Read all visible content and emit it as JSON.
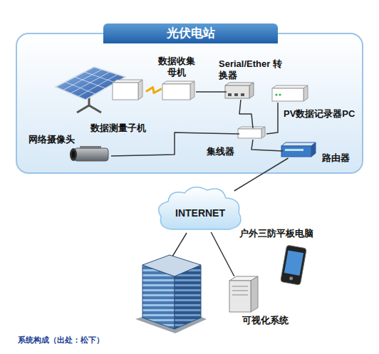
{
  "diagram": {
    "caption": "系统构成（出处：松下）",
    "nodes": [
      {
        "text": [
          "光伏电站"
        ]
      },
      {
        "text": [
          "数据测量子机"
        ],
        "in": 0
      },
      {
        "text": [
          "数据收集母机"
        ],
        "in": 0
      },
      {
        "text": [
          "Serial/Ether 转换器"
        ],
        "in": 0
      },
      {
        "text": [
          "PV数据记录器PC"
        ],
        "in": 0
      },
      {
        "text": [
          "网络摄像头"
        ],
        "in": 0
      },
      {
        "text": [
          "集线器"
        ],
        "in": 0
      },
      {
        "text": [
          "路由器"
        ],
        "in": 0
      },
      {
        "text": [
          "INTERNET"
        ]
      },
      {
        "text": [
          "户外三防平板电脑"
        ]
      },
      {
        "text": [
          "可视化系统"
        ]
      }
    ],
    "edges": [
      {
        "from": 1,
        "to": 2,
        "arrow": "none"
      },
      {
        "from": 2,
        "to": 3,
        "arrow": "none"
      },
      {
        "from": 3,
        "to": 6,
        "arrow": "none"
      },
      {
        "from": 6,
        "to": 4,
        "arrow": "none"
      },
      {
        "from": 5,
        "to": 6,
        "arrow": "none"
      },
      {
        "from": 6,
        "to": 7,
        "arrow": "none"
      },
      {
        "from": 7,
        "to": 8,
        "arrow": "none"
      },
      {
        "from": 8,
        "to": 10,
        "arrow": "none"
      }
    ]
  }
}
